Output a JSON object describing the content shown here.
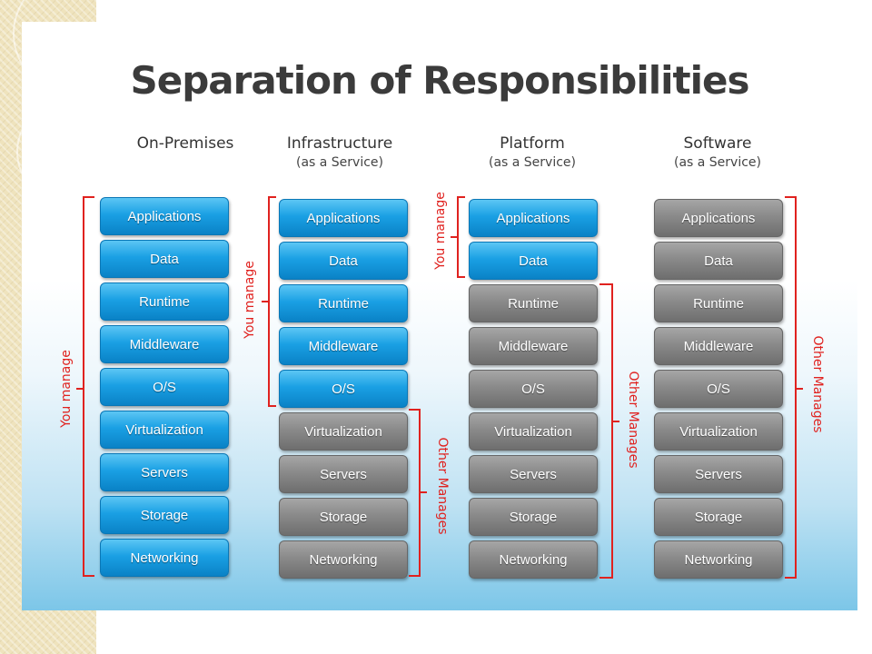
{
  "title": "Separation of Responsibilities",
  "colors": {
    "you_manage": "#1aa0e4",
    "other_manages": "#8a8a8a",
    "bracket": "#e0221f"
  },
  "columns": [
    {
      "heading": "On-Premises",
      "subheading": "",
      "layers": [
        {
          "label": "Applications",
          "managed_by": "you"
        },
        {
          "label": "Data",
          "managed_by": "you"
        },
        {
          "label": "Runtime",
          "managed_by": "you"
        },
        {
          "label": "Middleware",
          "managed_by": "you"
        },
        {
          "label": "O/S",
          "managed_by": "you"
        },
        {
          "label": "Virtualization",
          "managed_by": "you"
        },
        {
          "label": "Servers",
          "managed_by": "you"
        },
        {
          "label": "Storage",
          "managed_by": "you"
        },
        {
          "label": "Networking",
          "managed_by": "you"
        }
      ],
      "brackets": [
        {
          "label": "You manage",
          "side": "left"
        }
      ]
    },
    {
      "heading": "Infrastructure",
      "subheading": "(as a Service)",
      "layers": [
        {
          "label": "Applications",
          "managed_by": "you"
        },
        {
          "label": "Data",
          "managed_by": "you"
        },
        {
          "label": "Runtime",
          "managed_by": "you"
        },
        {
          "label": "Middleware",
          "managed_by": "you"
        },
        {
          "label": "O/S",
          "managed_by": "you"
        },
        {
          "label": "Virtualization",
          "managed_by": "other"
        },
        {
          "label": "Servers",
          "managed_by": "other"
        },
        {
          "label": "Storage",
          "managed_by": "other"
        },
        {
          "label": "Networking",
          "managed_by": "other"
        }
      ],
      "brackets": [
        {
          "label": "You manage",
          "side": "left"
        },
        {
          "label": "Other Manages",
          "side": "right"
        }
      ]
    },
    {
      "heading": "Platform",
      "subheading": "(as a Service)",
      "layers": [
        {
          "label": "Applications",
          "managed_by": "you"
        },
        {
          "label": "Data",
          "managed_by": "you"
        },
        {
          "label": "Runtime",
          "managed_by": "other"
        },
        {
          "label": "Middleware",
          "managed_by": "other"
        },
        {
          "label": "O/S",
          "managed_by": "other"
        },
        {
          "label": "Virtualization",
          "managed_by": "other"
        },
        {
          "label": "Servers",
          "managed_by": "other"
        },
        {
          "label": "Storage",
          "managed_by": "other"
        },
        {
          "label": "Networking",
          "managed_by": "other"
        }
      ],
      "brackets": [
        {
          "label": "You manage",
          "side": "left"
        },
        {
          "label": "Other Manages",
          "side": "right"
        }
      ]
    },
    {
      "heading": "Software",
      "subheading": "(as a Service)",
      "layers": [
        {
          "label": "Applications",
          "managed_by": "other"
        },
        {
          "label": "Data",
          "managed_by": "other"
        },
        {
          "label": "Runtime",
          "managed_by": "other"
        },
        {
          "label": "Middleware",
          "managed_by": "other"
        },
        {
          "label": "O/S",
          "managed_by": "other"
        },
        {
          "label": "Virtualization",
          "managed_by": "other"
        },
        {
          "label": "Servers",
          "managed_by": "other"
        },
        {
          "label": "Storage",
          "managed_by": "other"
        },
        {
          "label": "Networking",
          "managed_by": "other"
        }
      ],
      "brackets": [
        {
          "label": "Other Manages",
          "side": "right"
        }
      ]
    }
  ]
}
